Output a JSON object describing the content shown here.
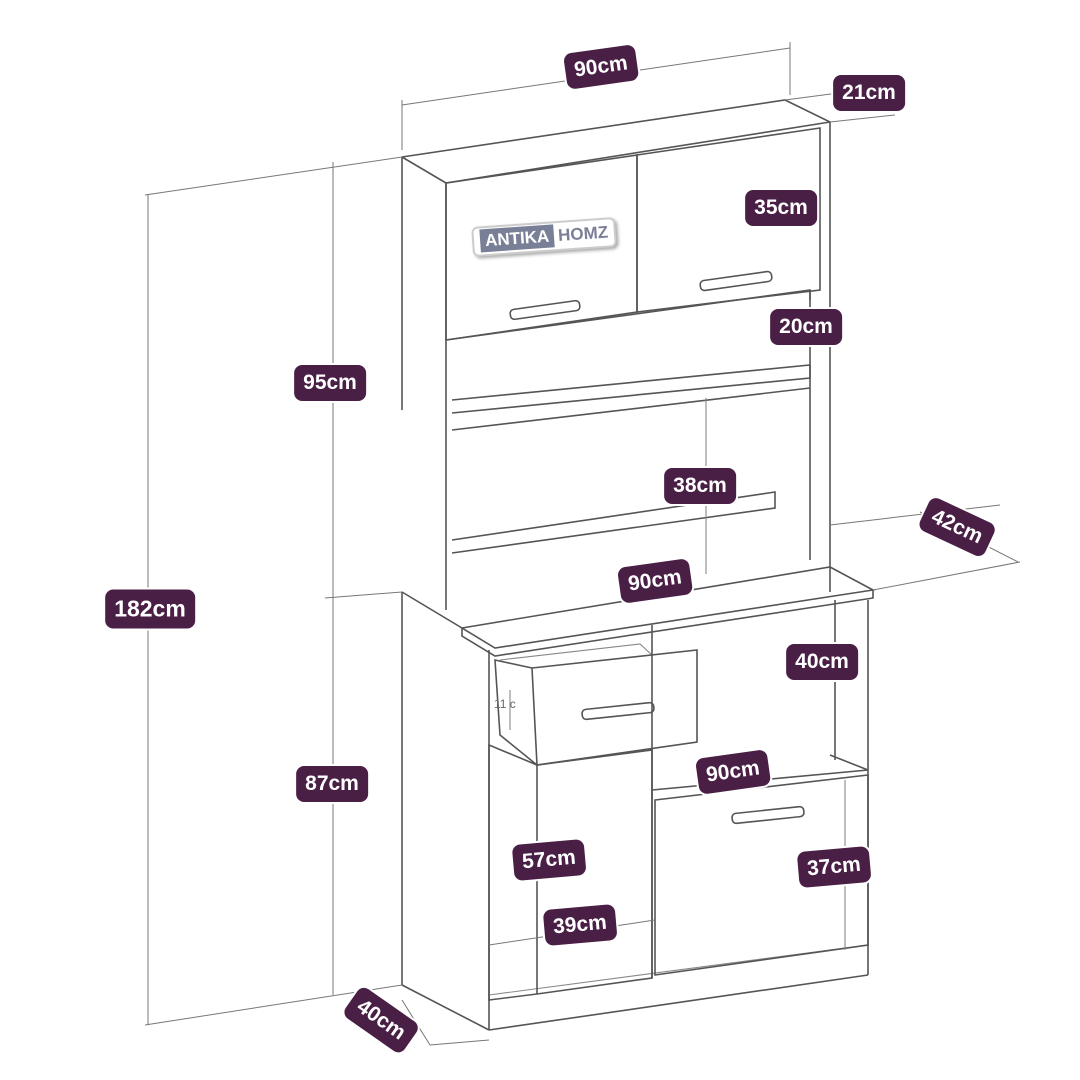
{
  "brand": {
    "part1": "ANTIKA",
    "part2": "HOMZ"
  },
  "dimensions": {
    "top_width": "90cm",
    "top_depth": "21cm",
    "upper_door_height": "35cm",
    "upper_shelf_gap": "20cm",
    "upper_height": "95cm",
    "middle_shelf_gap": "38cm",
    "counter_depth": "42cm",
    "counter_width": "90cm",
    "total_height": "182cm",
    "lower_open_height": "40cm",
    "lower_shelf_width": "90cm",
    "lower_height": "87cm",
    "left_door_height": "57cm",
    "right_door_height": "37cm",
    "left_door_width": "39cm",
    "base_depth": "40cm",
    "drawer_height": "11 c"
  }
}
